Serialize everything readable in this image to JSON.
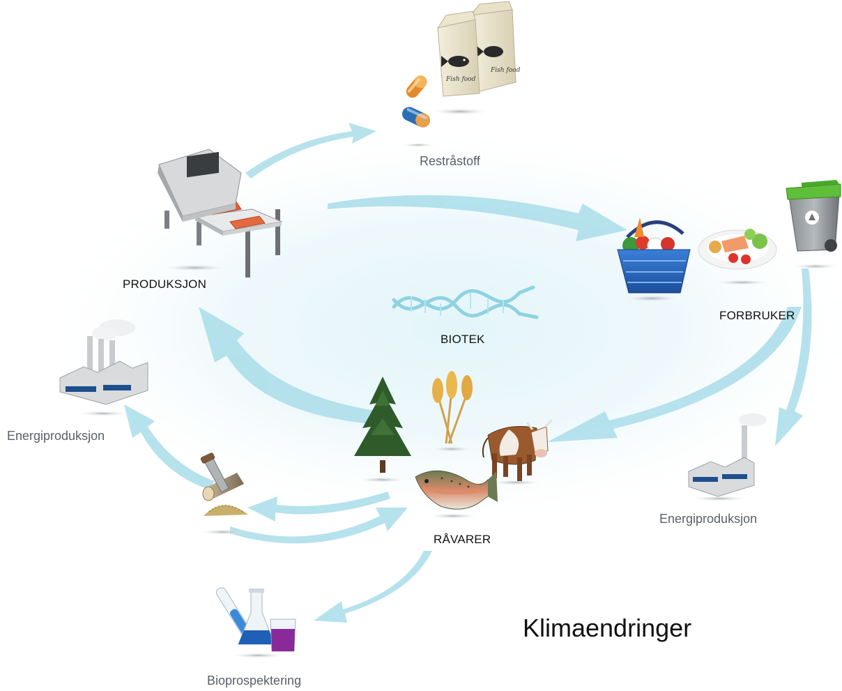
{
  "labels": {
    "restrastoff": "Restråstoff",
    "produksjon": "PRODUKSJON",
    "forbruker": "FORBRUKER",
    "biotek": "BIOTEK",
    "energi_left": "Energiproduksjon",
    "energi_right": "Energiproduksjon",
    "ravarer": "RÅVARER",
    "bioprospektering": "Bioprospektering",
    "klima": "Klimaendringer"
  },
  "package_text": "Fish food",
  "colors": {
    "arrow": "#a9dde9",
    "glow": "#dff3f8",
    "label_dark": "#111111",
    "label_grey": "#5a6068"
  },
  "icons": [
    "fish-food-bag-icon",
    "capsule-icon",
    "production-machine-icon",
    "shopping-basket-icon",
    "food-plate-icon",
    "recycle-bin-icon",
    "dna-icon",
    "factory-icon",
    "log-saw-icon",
    "sawdust-pile-icon",
    "spruce-tree-icon",
    "wheat-icon",
    "cow-icon",
    "trout-icon",
    "test-tube-icon",
    "flask-icon",
    "beaker-icon"
  ]
}
